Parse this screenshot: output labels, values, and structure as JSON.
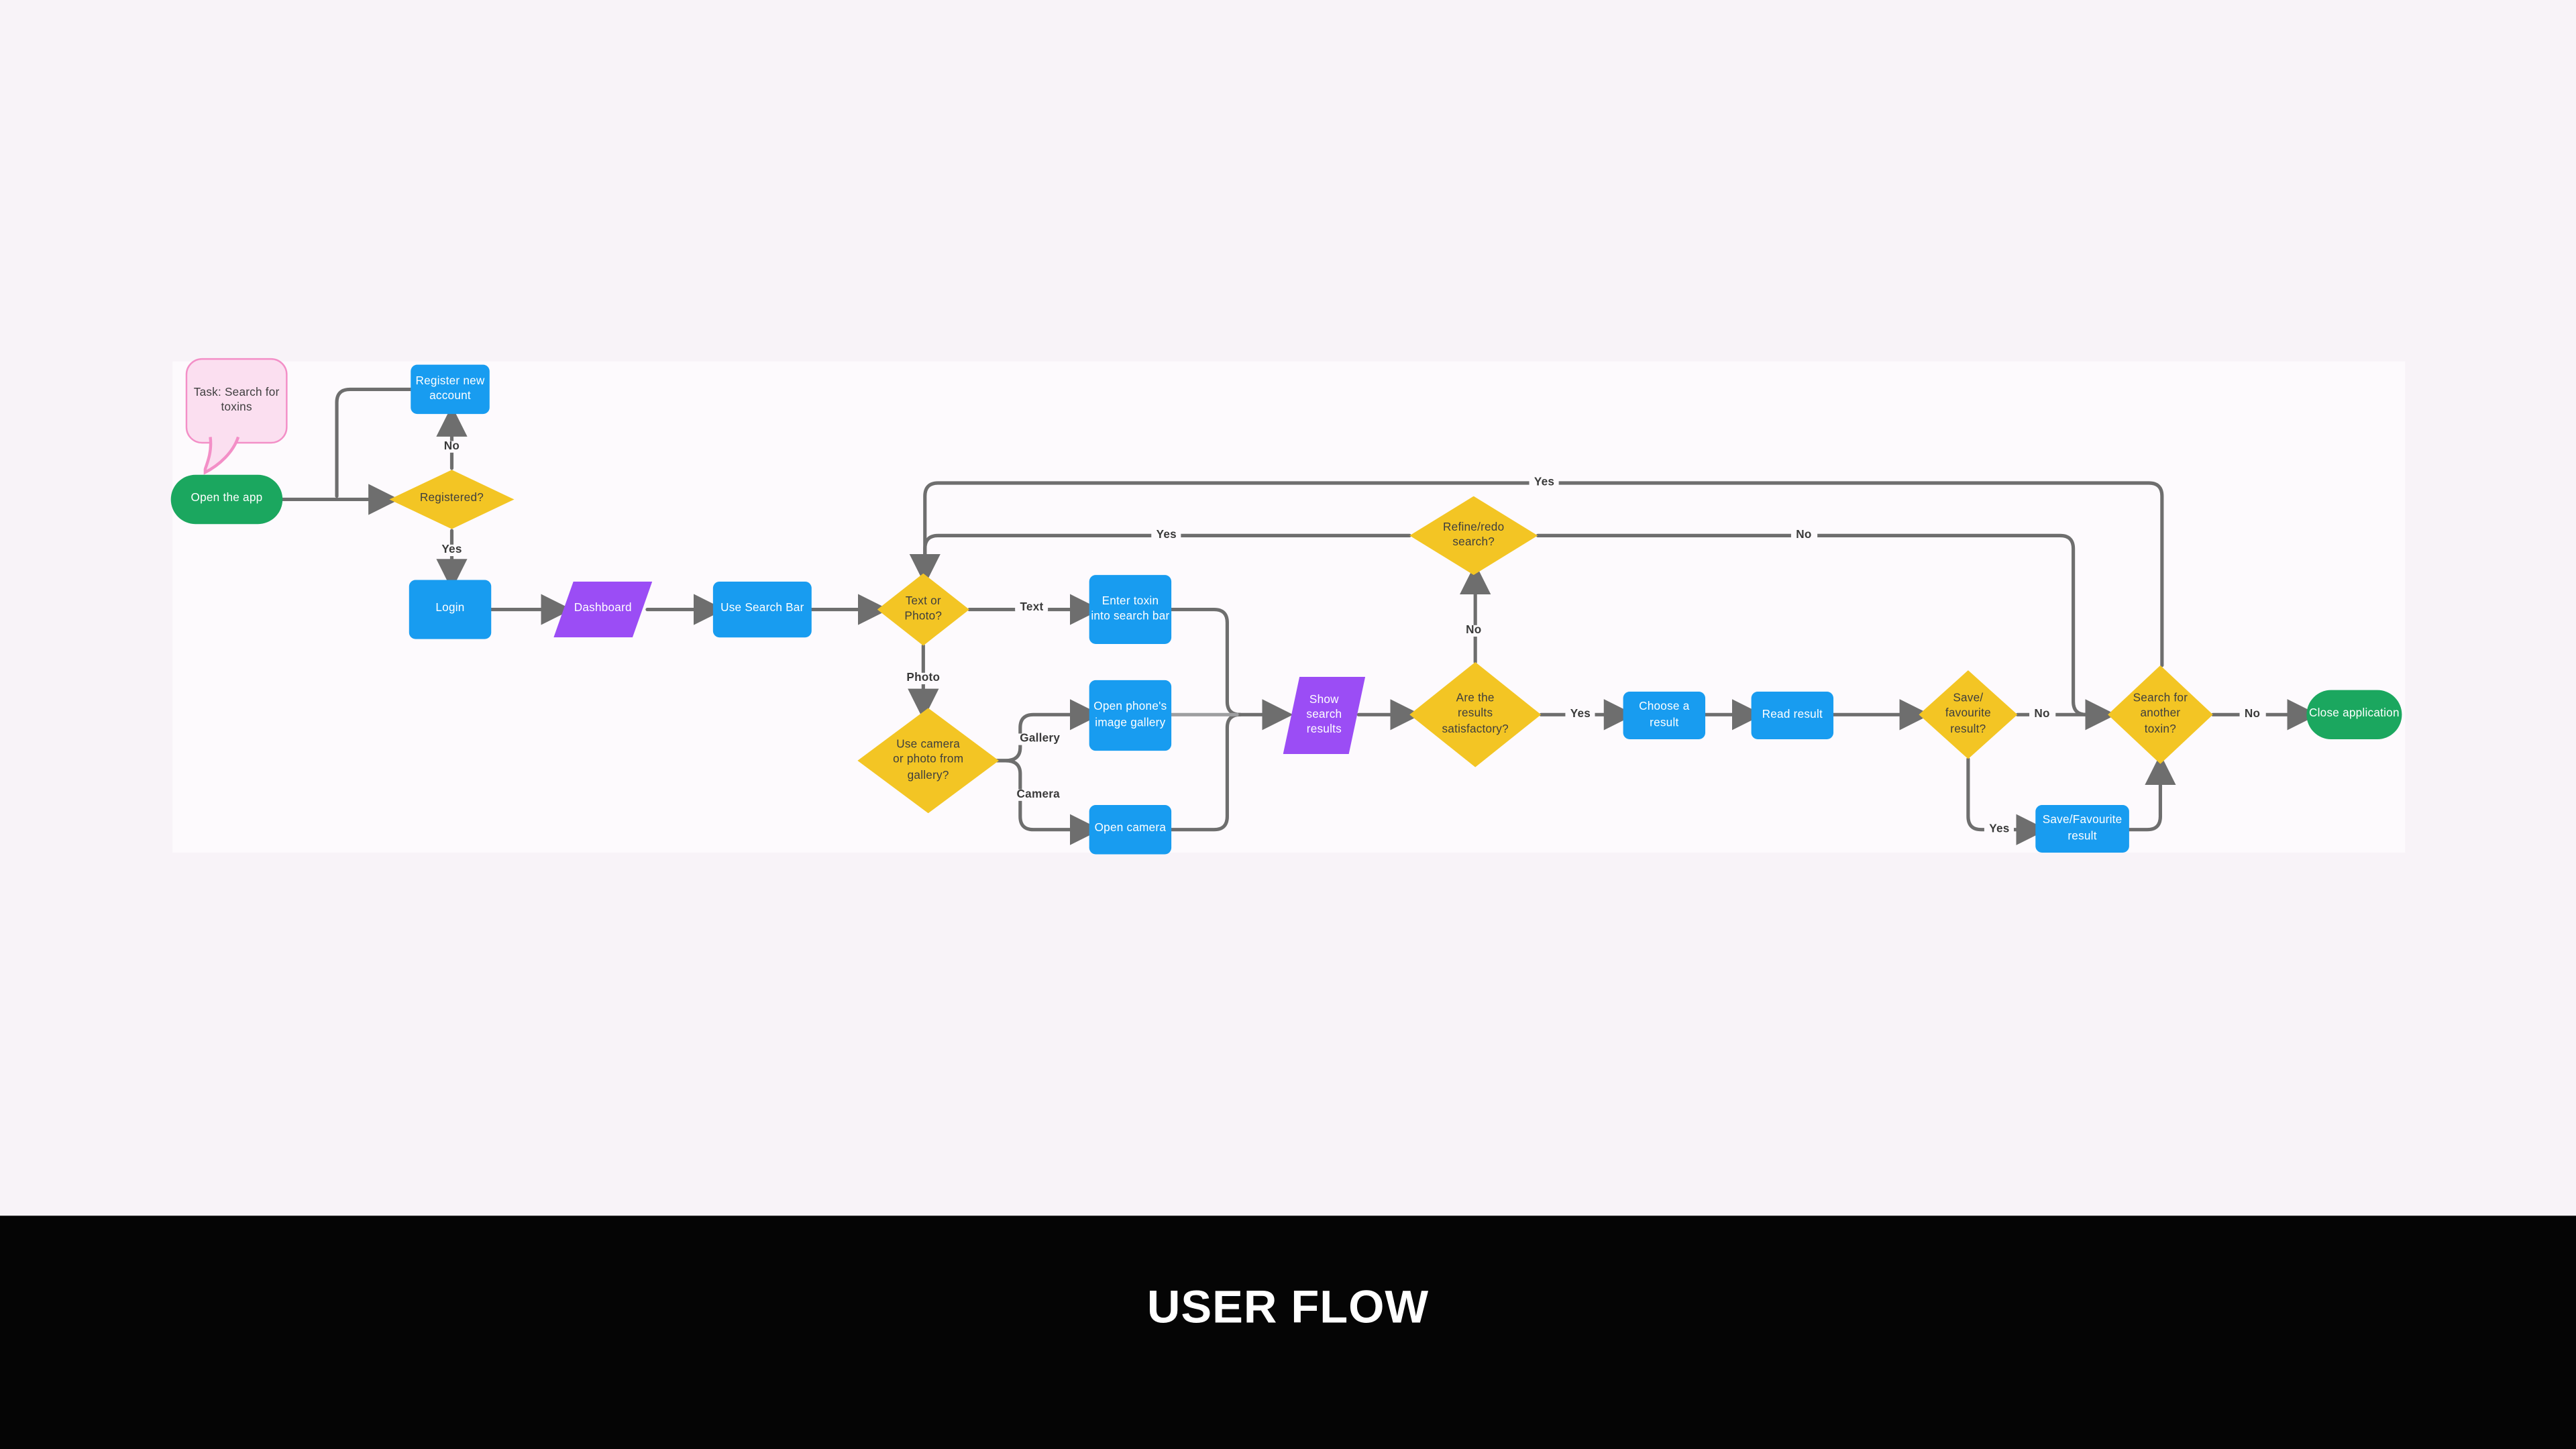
{
  "page": {
    "title": "USER FLOW"
  },
  "colors": {
    "process_blue": "#189CF0",
    "decision_yellow": "#F3C524",
    "io_purple": "#9B4DF5",
    "terminator_green": "#1BA75F",
    "note_pink_fill": "#FBDFF0",
    "note_pink_border": "#F38FC7",
    "connector_gray": "#6E6E6E",
    "connector_light_gray": "#9E9FA1",
    "canvas": "#FDFAFD",
    "page_background": "#F8F3F8",
    "title_bar": "#050505"
  },
  "nodes": {
    "task_note": {
      "type": "note",
      "label": "Task: Search for\ntoxins"
    },
    "open_app": {
      "type": "terminator",
      "label": "Open the app"
    },
    "register": {
      "type": "process",
      "label": "Register new\naccount"
    },
    "registered": {
      "type": "decision",
      "label": "Registered?"
    },
    "login": {
      "type": "process",
      "label": "Login"
    },
    "dashboard": {
      "type": "io",
      "label": "Dashboard"
    },
    "search_bar": {
      "type": "process",
      "label": "Use Search Bar"
    },
    "text_photo": {
      "type": "decision",
      "label": "Text or\nPhoto?"
    },
    "enter_toxin": {
      "type": "process",
      "label": "Enter toxin\ninto search bar"
    },
    "camera_gallery": {
      "type": "decision",
      "label": "Use camera\nor photo from\ngallery?"
    },
    "gallery_box": {
      "type": "process",
      "label": "Open phone's\nimage gallery"
    },
    "camera_box": {
      "type": "process",
      "label": "Open camera"
    },
    "show_results": {
      "type": "io",
      "label": "Show\nsearch\nresults"
    },
    "satisfactory": {
      "type": "decision",
      "label": "Are the\nresults\nsatisfactory?"
    },
    "refine": {
      "type": "decision",
      "label": "Refine/redo\nsearch?"
    },
    "choose": {
      "type": "process",
      "label": "Choose a result"
    },
    "read": {
      "type": "process",
      "label": "Read result"
    },
    "save_q": {
      "type": "decision",
      "label": "Save/\nfavourite\nresult?"
    },
    "save_box": {
      "type": "process",
      "label": "Save/Favourite\nresult"
    },
    "another": {
      "type": "decision",
      "label": "Search for\nanother\ntoxin?"
    },
    "close_app": {
      "type": "terminator",
      "label": "Close application"
    }
  },
  "edge_labels": {
    "no_register": "No",
    "yes_login": "Yes",
    "text": "Text",
    "photo": "Photo",
    "gallery": "Gallery",
    "camera": "Camera",
    "no_up": "No",
    "yes_choose": "Yes",
    "no_save": "No",
    "yes_savebox": "Yes",
    "no_close": "No",
    "yes_top": "Yes",
    "yes_mid": "Yes",
    "no_long": "No"
  },
  "edges": [
    {
      "from": "open_app",
      "to": "registered",
      "label": ""
    },
    {
      "from": "registered",
      "to": "register",
      "label": "No"
    },
    {
      "from": "register",
      "to": "registered",
      "label": ""
    },
    {
      "from": "registered",
      "to": "login",
      "label": "Yes"
    },
    {
      "from": "login",
      "to": "dashboard",
      "label": ""
    },
    {
      "from": "dashboard",
      "to": "search_bar",
      "label": ""
    },
    {
      "from": "search_bar",
      "to": "text_photo",
      "label": ""
    },
    {
      "from": "text_photo",
      "to": "enter_toxin",
      "label": "Text"
    },
    {
      "from": "text_photo",
      "to": "camera_gallery",
      "label": "Photo"
    },
    {
      "from": "camera_gallery",
      "to": "gallery_box",
      "label": "Gallery"
    },
    {
      "from": "camera_gallery",
      "to": "camera_box",
      "label": "Camera"
    },
    {
      "from": "enter_toxin",
      "to": "show_results",
      "label": ""
    },
    {
      "from": "gallery_box",
      "to": "show_results",
      "label": ""
    },
    {
      "from": "camera_box",
      "to": "show_results",
      "label": ""
    },
    {
      "from": "show_results",
      "to": "satisfactory",
      "label": ""
    },
    {
      "from": "satisfactory",
      "to": "refine",
      "label": "No"
    },
    {
      "from": "satisfactory",
      "to": "choose",
      "label": "Yes"
    },
    {
      "from": "refine",
      "to": "text_photo",
      "label": "Yes"
    },
    {
      "from": "refine",
      "to": "another",
      "label": "No"
    },
    {
      "from": "choose",
      "to": "read",
      "label": ""
    },
    {
      "from": "read",
      "to": "save_q",
      "label": ""
    },
    {
      "from": "save_q",
      "to": "another",
      "label": "No"
    },
    {
      "from": "save_q",
      "to": "save_box",
      "label": "Yes"
    },
    {
      "from": "save_box",
      "to": "another",
      "label": ""
    },
    {
      "from": "another",
      "to": "text_photo",
      "label": "Yes"
    },
    {
      "from": "another",
      "to": "close_app",
      "label": "No"
    }
  ]
}
